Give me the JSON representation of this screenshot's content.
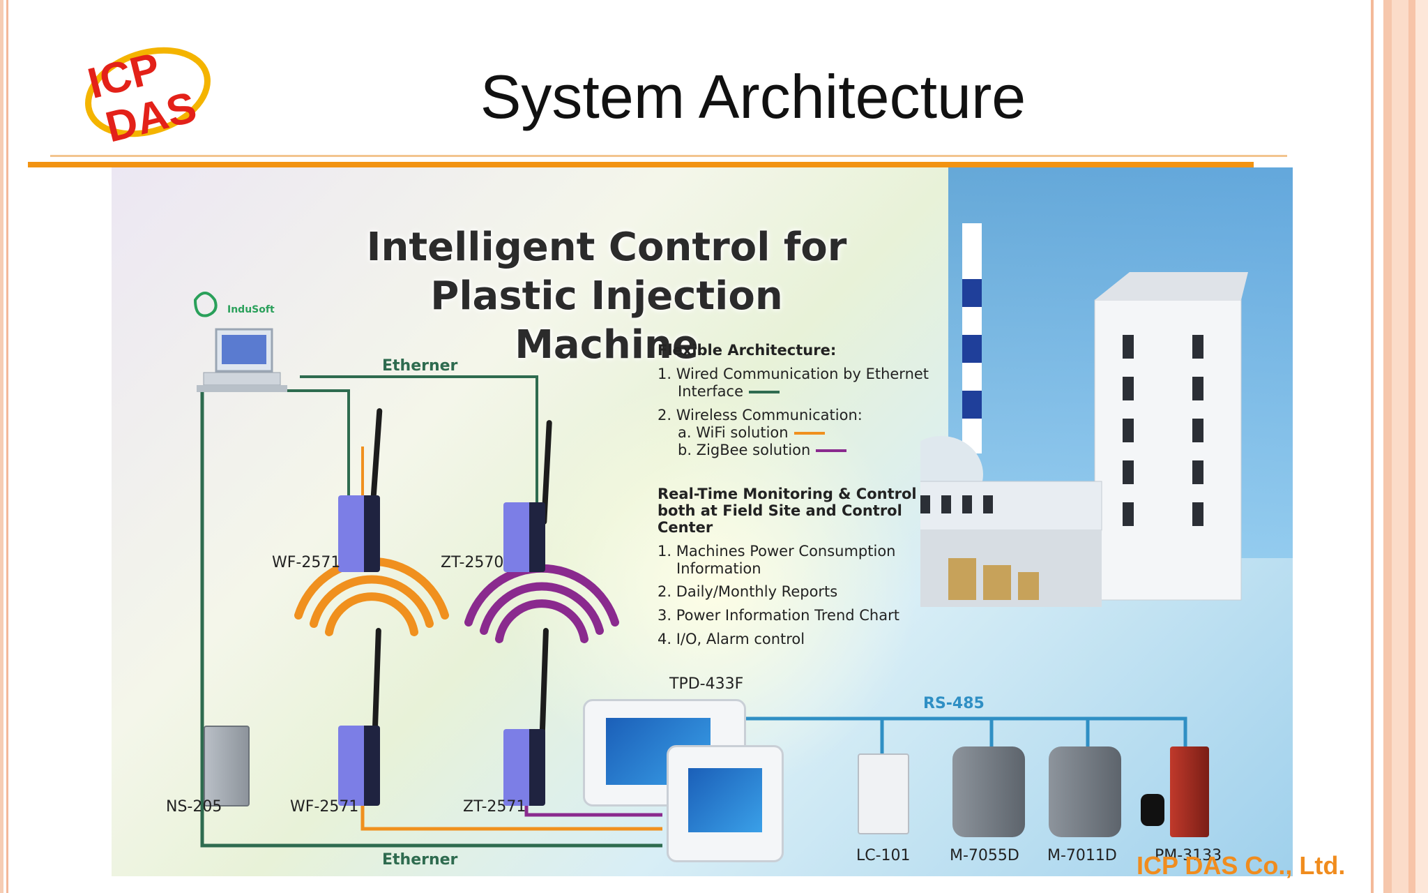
{
  "slide": {
    "title": "System Architecture",
    "logo_text": "ICP DAS",
    "footer": "ICP DAS Co., Ltd."
  },
  "diagram": {
    "headline_line1": "Intelligent Control for",
    "headline_line2": "Plastic Injection Machine",
    "indusoft_label": "InduSoft",
    "features": {
      "flex_heading": "Flexible Architecture:",
      "flex_1a": "1. Wired Communication by Ethernet",
      "flex_1b": "Interface",
      "flex_2": "2. Wireless Communication:",
      "flex_2a": "a. WiFi solution",
      "flex_2b": "b. ZigBee solution",
      "rt_heading_1": "Real-Time Monitoring & Control",
      "rt_heading_2": "both at Field Site and Control",
      "rt_heading_3": "Center",
      "rt_1a": "1. Machines Power Consumption",
      "rt_1b": "Information",
      "rt_2": "2. Daily/Monthly Reports",
      "rt_3": "3. Power Information Trend Chart",
      "rt_4": "4. I/O, Alarm control"
    },
    "networks": {
      "ethernet_top": "Etherner",
      "ethernet_bottom": "Etherner",
      "rs485": "RS-485"
    },
    "devices": {
      "wf_top": "WF-2571",
      "zt_top": "ZT-2570",
      "ns": "NS-205",
      "wf_bottom": "WF-2571",
      "zt_bottom": "ZT-2571",
      "tpd": "TPD-433F",
      "lc": "LC-101",
      "m7055": "M-7055D",
      "m7011": "M-7011D",
      "pm": "PM-3133"
    },
    "colors": {
      "ethernet": "#2e6b4f",
      "wifi": "#f0901e",
      "zigbee": "#8a2a8e",
      "rs485": "#2f8fc4"
    }
  }
}
